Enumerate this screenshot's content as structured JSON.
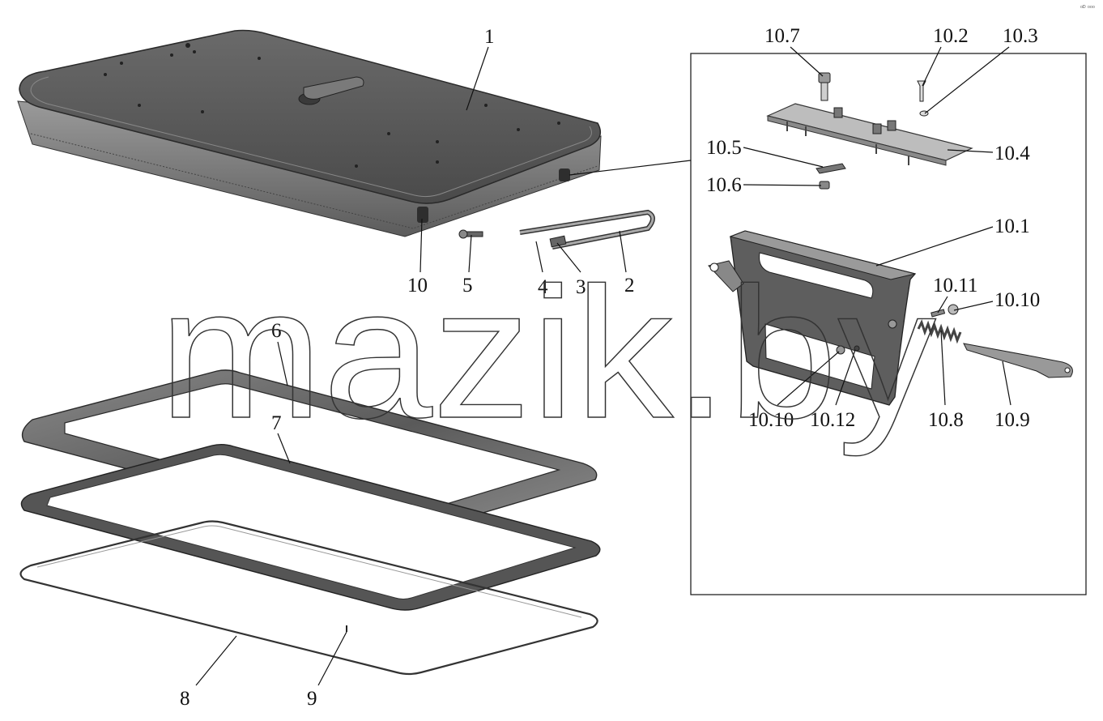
{
  "labels": {
    "l1": "1",
    "l2": "2",
    "l3": "3",
    "l4": "4",
    "l5": "5",
    "l6": "6",
    "l7": "7",
    "l8": "8",
    "l9": "9",
    "l10": "10",
    "l10_1": "10.1",
    "l10_2": "10.2",
    "l10_3": "10.3",
    "l10_4": "10.4",
    "l10_5": "10.5",
    "l10_6": "10.6",
    "l10_7": "10.7",
    "l10_8": "10.8",
    "l10_9": "10.9",
    "l10_10a": "10.10",
    "l10_10b": "10.10",
    "l10_11": "10.11",
    "l10_12": "10.12"
  },
  "watermark": "mazik.by",
  "corner_mark": "ᵒᴰ ᵒᵒᵒ"
}
